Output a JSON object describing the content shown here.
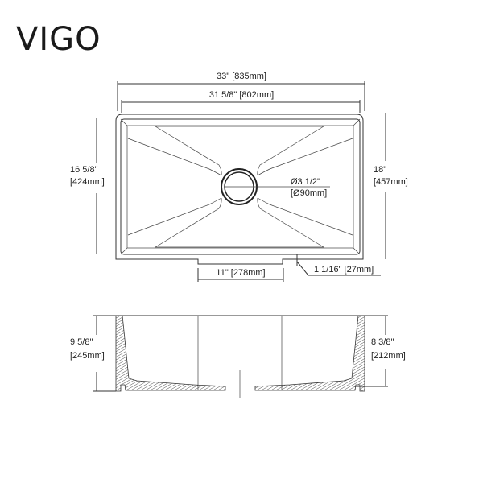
{
  "logo": {
    "text": "VIGO"
  },
  "top_view": {
    "overall_width": "33\" [835mm]",
    "inner_width": "31 5/8\" [802mm]",
    "inner_depth_in": "16 5/8\"",
    "inner_depth_mm": "[424mm]",
    "overall_depth_in": "18\"",
    "overall_depth_mm": "[457mm]",
    "drain_in": "Ø3 1/2\"",
    "drain_mm": "[Ø90mm]",
    "notch_width": "11\" [278mm]",
    "notch_depth": "1 1/16\" [27mm]"
  },
  "side_view": {
    "overall_height_in": "9 5/8\"",
    "overall_height_mm": "[245mm]",
    "basin_depth_in": "8 3/8\"",
    "basin_depth_mm": "[212mm]"
  }
}
